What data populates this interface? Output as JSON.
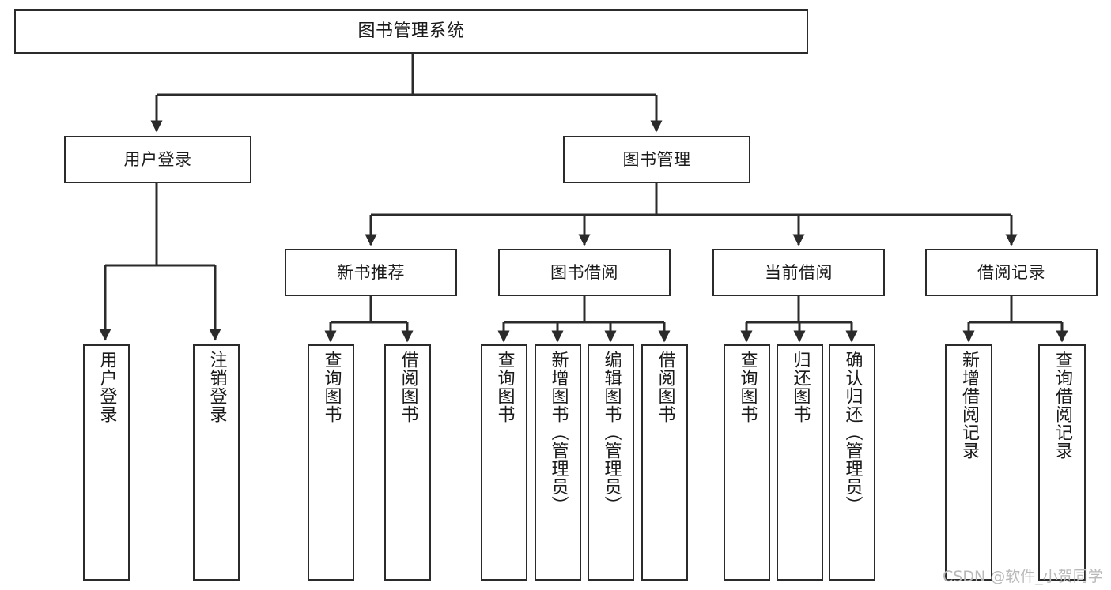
{
  "diagram": {
    "title": "图书管理系统",
    "type": "tree",
    "orientation": "top-down",
    "colors": {
      "box_border": "#2b2b2b",
      "box_fill": "#ffffff",
      "edge": "#2b2b2b",
      "text": "#1a1a1a",
      "watermark": "#b9b9b9",
      "background": "#ffffff"
    },
    "nodes": {
      "root": {
        "label": "图书管理系统"
      },
      "level2": [
        {
          "id": "user-login",
          "label": "用户登录"
        },
        {
          "id": "book-manage",
          "label": "图书管理"
        }
      ],
      "level3": [
        {
          "id": "new-book-rec",
          "label": "新书推荐"
        },
        {
          "id": "book-borrow",
          "label": "图书借阅"
        },
        {
          "id": "current-borrow",
          "label": "当前借阅"
        },
        {
          "id": "borrow-record",
          "label": "借阅记录"
        }
      ],
      "leaves": {
        "user-login": [
          {
            "id": "leaf-user-login",
            "label": "用户登录"
          },
          {
            "id": "leaf-logout",
            "label": "注销登录"
          }
        ],
        "new-book-rec": [
          {
            "id": "leaf-query-book-1",
            "label": "查询图书"
          },
          {
            "id": "leaf-borrow-book-1",
            "label": "借阅图书"
          }
        ],
        "book-borrow": [
          {
            "id": "leaf-query-book-2",
            "label": "查询图书"
          },
          {
            "id": "leaf-add-book",
            "label": "新增图书（管理员）"
          },
          {
            "id": "leaf-edit-book",
            "label": "编辑图书（管理员）"
          },
          {
            "id": "leaf-borrow-book-2",
            "label": "借阅图书"
          }
        ],
        "current-borrow": [
          {
            "id": "leaf-query-book-3",
            "label": "查询图书"
          },
          {
            "id": "leaf-return-book",
            "label": "归还图书"
          },
          {
            "id": "leaf-confirm-return",
            "label": "确认归还（管理员）"
          }
        ],
        "borrow-record": [
          {
            "id": "leaf-add-record",
            "label": "新增借阅记录"
          },
          {
            "id": "leaf-query-record",
            "label": "查询借阅记录"
          }
        ]
      }
    },
    "watermark": "CSDN @软件_小贺同学"
  }
}
